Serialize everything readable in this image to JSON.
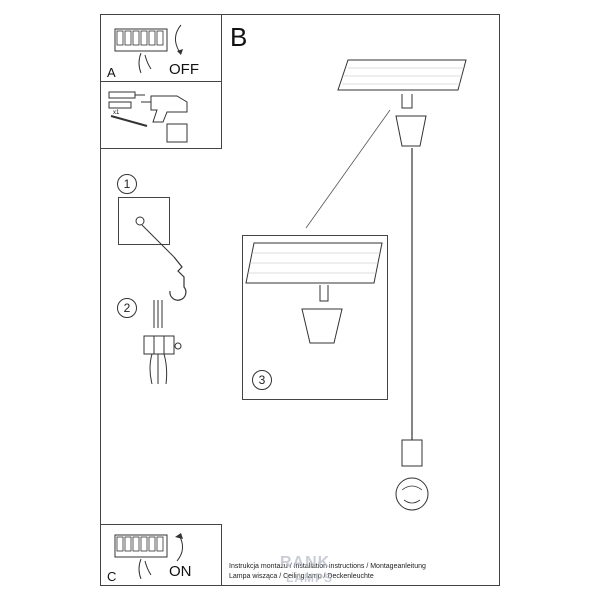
{
  "section_b": {
    "label": "B"
  },
  "panel_a": {
    "label": "A",
    "switch_text": "OFF",
    "quantity": "x1"
  },
  "panel_c": {
    "label": "C",
    "switch_text": "ON"
  },
  "steps": [
    {
      "number": "1"
    },
    {
      "number": "2"
    },
    {
      "number": "3"
    }
  ],
  "footer": {
    "line1": "Instrukcja montażu / Installation instructions / Montageanleitung",
    "line2": "Lampa wisząca / Ceiling lamp / Deckenleuchte"
  },
  "watermark": {
    "line1": "RANK",
    "line2": "LAMPS"
  }
}
